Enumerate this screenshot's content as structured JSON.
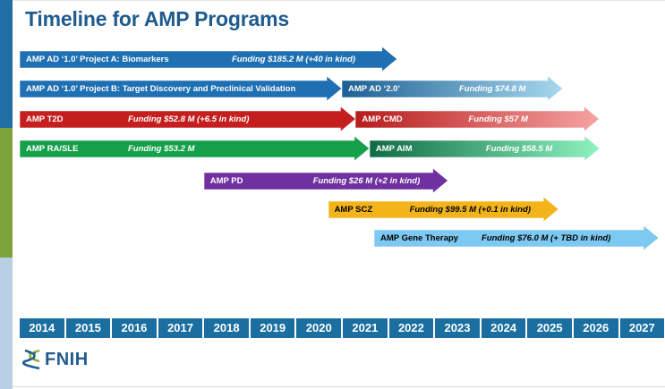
{
  "title": "Timeline for AMP Programs",
  "colors": {
    "accent_blue": "#1f6ea6",
    "accent_green": "#7ea33a",
    "accent_light": "#b9cfe3",
    "year_bar": "#1a6ea0",
    "title": "#1f5b8e"
  },
  "timeline_start_year": 2014,
  "years": [
    "2014",
    "2015",
    "2016",
    "2017",
    "2018",
    "2019",
    "2020",
    "2021",
    "2022",
    "2023",
    "2024",
    "2025",
    "2026",
    "2027"
  ],
  "programs": [
    {
      "id": "ad-a",
      "name": "AMP AD ‘1.0’ Project A: Biomarkers",
      "funding": "Funding $185.2 M (+40 in kind)",
      "start": 2014,
      "end": 2022.2,
      "color": "#1f6fb3",
      "fade": "#1f6fb3",
      "text_color": "#ffffff",
      "fund_color": "#ffffff"
    },
    {
      "id": "ad-b",
      "name": "AMP AD ‘1.0’ Project B: Target Discovery and Preclinical Validation",
      "funding": "",
      "start": 2014,
      "end": 2021.0,
      "color": "#1f6fb3",
      "fade": "#1f6fb3",
      "text_color": "#ffffff",
      "fund_color": "#ffffff"
    },
    {
      "id": "ad-2",
      "name": "AMP AD ‘2.0’",
      "funding": "Funding $74.8 M",
      "start": 2021.0,
      "end": 2025.8,
      "color": "#1c5f93",
      "fade": "#a8d8ee",
      "text_color": "#ffffff",
      "fund_color": "#ffffff"
    },
    {
      "id": "t2d",
      "name": "AMP T2D",
      "funding": "Funding $52.8 M (+6.5 in kind)",
      "start": 2014,
      "end": 2021.3,
      "color": "#c41e1e",
      "fade": "#c41e1e",
      "text_color": "#ffffff",
      "fund_color": "#ffffff"
    },
    {
      "id": "cmd",
      "name": "AMP CMD",
      "funding": "Funding $57 M",
      "start": 2021.3,
      "end": 2026.6,
      "color": "#b71c1c",
      "fade": "#f6a3a3",
      "text_color": "#ffffff",
      "fund_color": "#ffffff"
    },
    {
      "id": "ra-sle",
      "name": "AMP RA/SLE",
      "funding": "Funding $53.2 M",
      "start": 2014,
      "end": 2021.6,
      "color": "#16a04b",
      "fade": "#16a04b",
      "text_color": "#ffffff",
      "fund_color": "#ffffff"
    },
    {
      "id": "aim",
      "name": "AMP AIM",
      "funding": "Funding $58.5 M",
      "start": 2021.6,
      "end": 2026.6,
      "color": "#0f6b43",
      "fade": "#8ef3c1",
      "text_color": "#ffffff",
      "fund_color": "#ffffff"
    },
    {
      "id": "pd",
      "name": "AMP PD",
      "funding": "Funding $26 M (+2 in kind)",
      "start": 2018.0,
      "end": 2023.3,
      "color": "#7030a0",
      "fade": "#7030a0",
      "text_color": "#ffffff",
      "fund_color": "#ffffff"
    },
    {
      "id": "scz",
      "name": "AMP SCZ",
      "funding": "Funding $99.5 M (+0.1 in kind)",
      "start": 2020.7,
      "end": 2025.7,
      "color": "#f3b41b",
      "fade": "#f3b41b",
      "text_color": "#000000",
      "fund_color": "#000000"
    },
    {
      "id": "gene",
      "name": "AMP Gene Therapy",
      "funding": "Funding $76.0 M  (+ TBD in kind)",
      "start": 2021.7,
      "end": 2028.0,
      "color": "#7dc9f2",
      "fade": "#7dc9f2",
      "text_color": "#000000",
      "fund_color": "#000000"
    }
  ],
  "logo": {
    "text": "FNIH",
    "icon": "fnih-helix-icon"
  }
}
